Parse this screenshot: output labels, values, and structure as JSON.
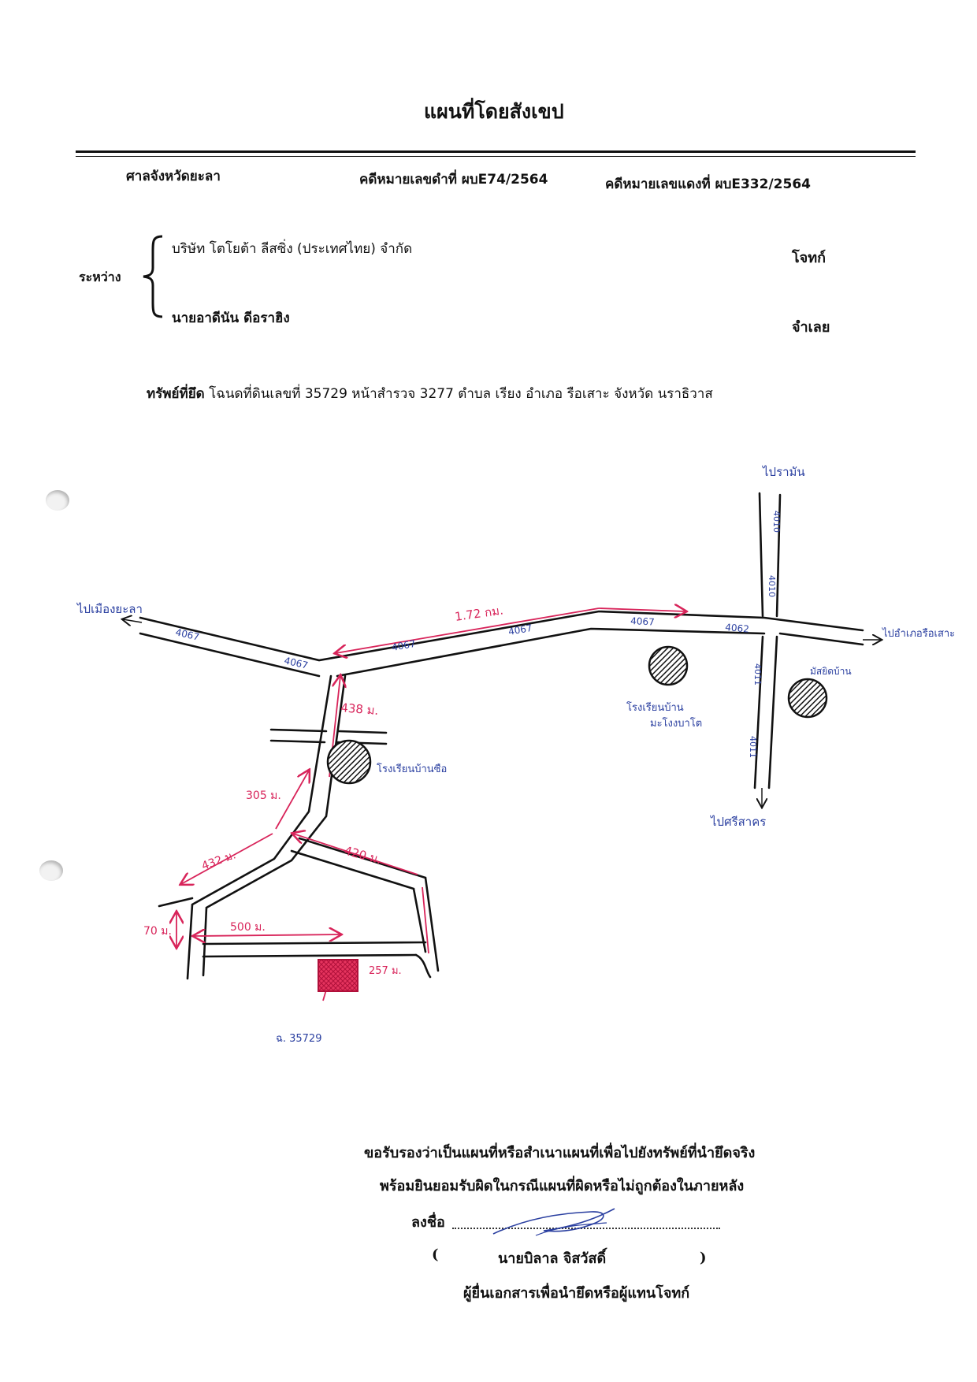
{
  "document": {
    "title": "แผนที่โดยสังเขป",
    "court": "ศาลจังหวัดยะลา",
    "black_case": "คดีหมายเลขดำที่ ผบE74/2564",
    "red_case": "คดีหมายเลขแดงที่ ผบE332/2564",
    "between_label": "ระหว่าง",
    "plaintiff": "บริษัท โตโยต้า ลีสซิ่ง (ประเทศไทย) จำกัด",
    "plaintiff_role": "โจทก์",
    "defendant": "นายอาดีนัน ดีอราฮิง",
    "defendant_role": "จำเลย",
    "property_label": "ทรัพย์ที่ยึด",
    "property_text": " โฉนดที่ดินเลขที่ 35729 หน้าสำรวจ 3277 ตำบล เรียง อำเภอ รือเสาะ จังหวัด นราธิวาส"
  },
  "map": {
    "direction_labels": {
      "north": "ไปรามัน",
      "west": "ไปเมืองยะลา",
      "east": "ไปอำเภอรือเสาะ",
      "south": "ไปศรีสาคร"
    },
    "road_labels": {
      "r4067_a": "4067",
      "r4067_b": "4067",
      "r4067_c": "4067",
      "r4067_d": "4067",
      "r4067_e": "4067",
      "r4062": "4062",
      "r4010_a": "4010",
      "r4010_b": "4010",
      "r4011_a": "4011",
      "r4011_b": "4011"
    },
    "distance_labels": {
      "d_172km": "1.72 กม.",
      "d_438": "438 ม.",
      "d_305": "305 ม.",
      "d_432": "432 ม.",
      "d_420": "420 ม.",
      "d_70": "70 ม.",
      "d_500": "500 ม.",
      "d_257": "257 ม."
    },
    "landmarks": {
      "school_1": "โรงเรียนบ้าน",
      "school_1_line2": "มะโงงบาโต",
      "school_2": "โรงเรียนบ้านซือ",
      "landmark_3": "มัสยิดบ้าน"
    },
    "parcel_label": "ฉ. 35729",
    "colors": {
      "road": "#111111",
      "distance": "#d8245a",
      "road_number": "#2a3fa0",
      "parcel_fill": "#e5345e"
    }
  },
  "certification": {
    "line1": "ขอรับรองว่าเป็นแผนที่หรือสำเนาแผนที่เพื่อไปยังทรัพย์ที่นำยึดจริง",
    "line2": "พร้อมยินยอมรับผิดในกรณีแผนที่ผิดหรือไม่ถูกต้องในภายหลัง",
    "sign_label": "ลงชื่อ",
    "signer_name": "นายบิลาล  จิสวัสดิ์",
    "open_paren": "(",
    "close_paren": ")",
    "signer_role": "ผู้ยื่นเอกสารเพื่อนำยึดหรือผู้แทนโจทก์"
  }
}
